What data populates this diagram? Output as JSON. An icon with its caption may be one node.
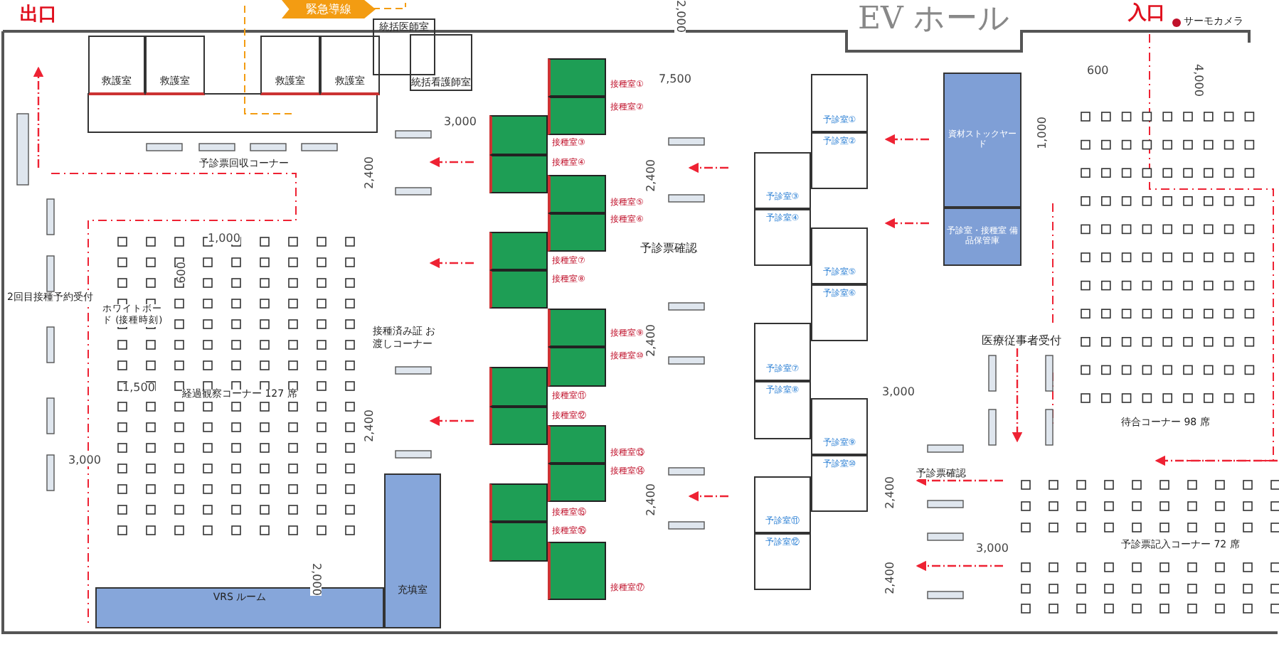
{
  "diagram": {
    "nodes": [
      {
        "text": [
          "救護室"
        ]
      },
      {
        "text": [
          "救護室"
        ]
      },
      {
        "text": [
          "救護室"
        ]
      },
      {
        "text": [
          "救護室"
        ]
      },
      {
        "text": [
          "統括医師室"
        ]
      },
      {
        "text": [
          "統括看護師室"
        ]
      },
      {
        "text": [
          "緊急導線"
        ]
      },
      {
        "text": [],
        "shape": "box",
        "beside": [
          "接種室①"
        ]
      },
      {
        "text": [],
        "shape": "box",
        "beside": [
          "接種室②"
        ]
      },
      {
        "text": [],
        "shape": "box",
        "beside": [
          "接種室③"
        ]
      },
      {
        "text": [],
        "shape": "box",
        "beside": [
          "接種室④"
        ]
      },
      {
        "text": [],
        "shape": "box",
        "beside": [
          "接種室⑤"
        ]
      },
      {
        "text": [],
        "shape": "box",
        "beside": [
          "接種室⑥"
        ]
      },
      {
        "text": [],
        "shape": "box",
        "beside": [
          "接種室⑦"
        ]
      },
      {
        "text": [],
        "shape": "box",
        "beside": [
          "接種室⑧"
        ]
      },
      {
        "text": [],
        "shape": "box",
        "beside": [
          "接種室⑨"
        ]
      },
      {
        "text": [],
        "shape": "box",
        "beside": [
          "接種室⑩"
        ]
      },
      {
        "text": [],
        "shape": "box",
        "beside": [
          "接種室⑪"
        ]
      },
      {
        "text": [],
        "shape": "box",
        "beside": [
          "接種室⑫"
        ]
      },
      {
        "text": [],
        "shape": "box",
        "beside": [
          "接種室⑬"
        ]
      },
      {
        "text": [],
        "shape": "box",
        "beside": [
          "接種室⑭"
        ]
      },
      {
        "text": [],
        "shape": "box",
        "beside": [
          "接種室⑮"
        ]
      },
      {
        "text": [],
        "shape": "box",
        "beside": [
          "接種室⑯"
        ]
      },
      {
        "text": [],
        "shape": "box",
        "beside": [
          "接種室⑰"
        ]
      },
      {
        "text": [
          "予診室①"
        ]
      },
      {
        "text": [
          "予診室②"
        ]
      },
      {
        "text": [
          "予診室③"
        ]
      },
      {
        "text": [
          "予診室④"
        ]
      },
      {
        "text": [
          "予診室⑤"
        ]
      },
      {
        "text": [
          "予診室⑥"
        ]
      },
      {
        "text": [
          "予診室⑦"
        ]
      },
      {
        "text": [
          "予診室⑧"
        ]
      },
      {
        "text": [
          "予診室⑨"
        ]
      },
      {
        "text": [
          "予診室⑩"
        ]
      },
      {
        "text": [
          "予診室⑪"
        ]
      },
      {
        "text": [
          "予診室⑫"
        ]
      },
      {
        "text": [
          "資材ストックヤード"
        ]
      },
      {
        "text": [
          "予診室・接種室 備品保管庫"
        ]
      },
      {
        "text": [
          "VRS ルーム"
        ]
      },
      {
        "text": [
          "充填室"
        ]
      }
    ],
    "edges": [],
    "labels": [
      "出口",
      "EV ホール",
      "入口",
      "サーモカメラ",
      "2,000",
      "7,500",
      "3,000",
      "1,000",
      "600",
      "4,000",
      "予診票回収コーナー",
      "2,400",
      "2,400",
      "予診票確認",
      "1,000",
      "600",
      "2回目接種予約受付",
      "ホワイトボード (接種時刻)",
      "接種済み証 お渡しコーナー",
      "2,400",
      "医療従事者受付",
      "3,000",
      "待合コーナー 98 席",
      "1,500",
      "経過観察コーナー 127 席",
      "2,400",
      "3,000",
      "2,400",
      "予診票確認",
      "2,400",
      "2,400",
      "3,000",
      "予診票記入コーナー 72 席",
      "2,000"
    ]
  }
}
